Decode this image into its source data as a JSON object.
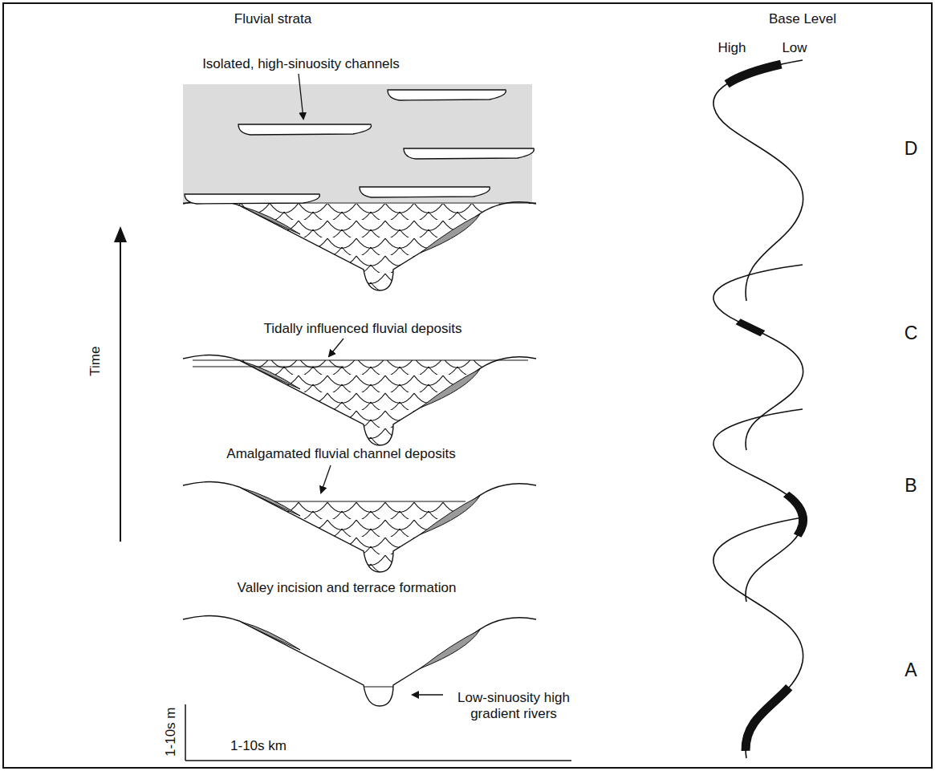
{
  "diagram": {
    "labels": [
      "Fluvial strata",
      "Base Level",
      "High",
      "Low",
      "Isolated, high-sinuosity channels",
      "D",
      "Tidally influenced fluvial deposits",
      "C",
      "Amalgamated fluvial channel deposits",
      "B",
      "Valley incision and terrace formation",
      "Low-sinuosity high gradient rivers",
      "A",
      "Time",
      "1-10s m",
      "1-10s km"
    ]
  }
}
